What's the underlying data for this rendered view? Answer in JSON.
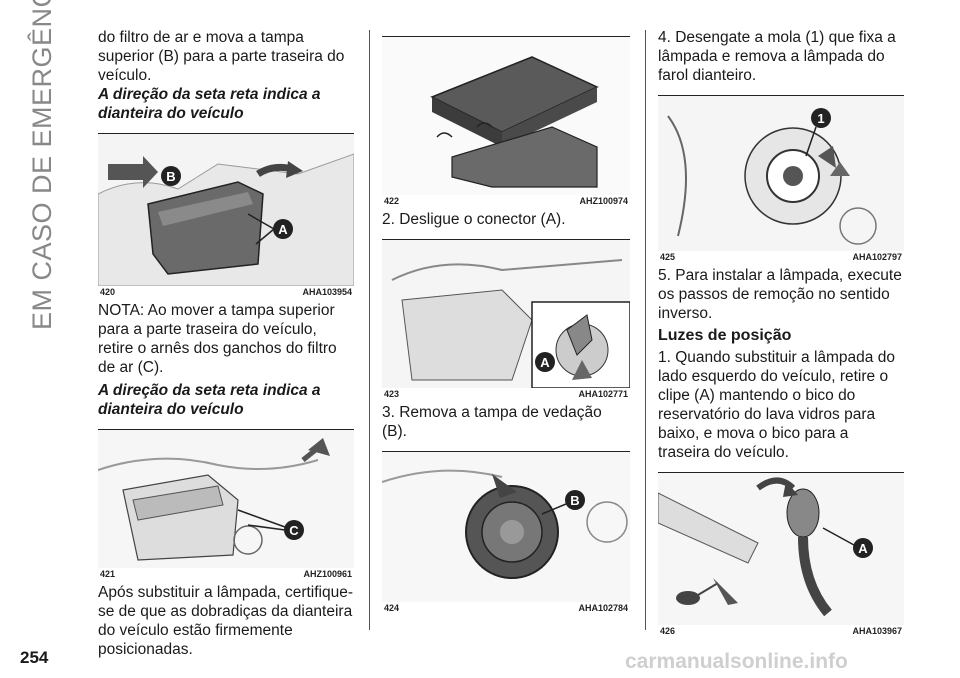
{
  "side_title": "EM CASO DE EMERGÊNCIA",
  "page_number": "254",
  "watermark": "carmanualsonline.info",
  "col1": {
    "p1": "do filtro de ar e mova a tampa superior (B) para a parte traseira do veículo.",
    "h1": "A direção da seta reta indica a dianteira do veículo",
    "fig1": {
      "num": "420",
      "code": "AHA103954"
    },
    "p2": "NOTA: Ao mover a tampa superior para a parte traseira do veículo, retire o arnês dos ganchos do filtro de ar (C).",
    "h2": "A direção da seta reta indica a dianteira do veículo",
    "fig2": {
      "num": "421",
      "code": "AHZ100961"
    },
    "p3": "Após substituir a lâmpada, certifique-se de que as dobradiças da dianteira do veículo estão firmemente posicionadas."
  },
  "col2": {
    "fig1": {
      "num": "422",
      "code": "AHZ100974"
    },
    "p1": "2. Desligue o conector (A).",
    "fig2": {
      "num": "423",
      "code": "AHA102771"
    },
    "p2": "3. Remova a tampa de vedação (B).",
    "fig3": {
      "num": "424",
      "code": "AHA102784"
    }
  },
  "col3": {
    "p1": "4. Desengate a mola (1) que fixa a lâmpada e remova a lâmpada do farol dianteiro.",
    "fig1": {
      "num": "425",
      "code": "AHA102797"
    },
    "p2": "5. Para instalar a lâmpada, execute os passos de remoção no sentido inverso.",
    "h1": "Luzes de posição",
    "p3": "1. Quando substituir a lâmpada do lado esquerdo do veículo, retire o clipe (A) mantendo o bico do reservatório do lava vidros para baixo, e mova o bico para a traseira do veículo.",
    "fig2": {
      "num": "426",
      "code": "AHA103967"
    }
  },
  "callouts": {
    "a": "A",
    "b": "B",
    "c": "C",
    "one": "1"
  }
}
